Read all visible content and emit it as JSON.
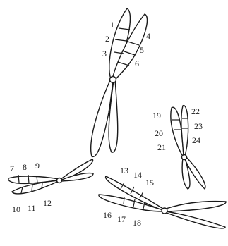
{
  "chromosomes": [
    {
      "id": "large",
      "left_labels": [
        "1",
        "2",
        "3"
      ],
      "right_labels": [
        "4",
        "5",
        "6"
      ]
    },
    {
      "id": "small-vertical",
      "left_labels": [
        "19",
        "20",
        "21"
      ],
      "right_labels": [
        "22",
        "23",
        "24"
      ]
    },
    {
      "id": "small-horizontal",
      "top_labels": [
        "7",
        "8",
        "9"
      ],
      "bottom_labels": [
        "10",
        "11",
        "12"
      ]
    },
    {
      "id": "medium-bottom",
      "top_labels": [
        "13",
        "14",
        "15"
      ],
      "bottom_labels": [
        "16",
        "17",
        "18"
      ]
    }
  ],
  "colors": {
    "line": "#1a1a1a",
    "background": "#ffffff"
  }
}
